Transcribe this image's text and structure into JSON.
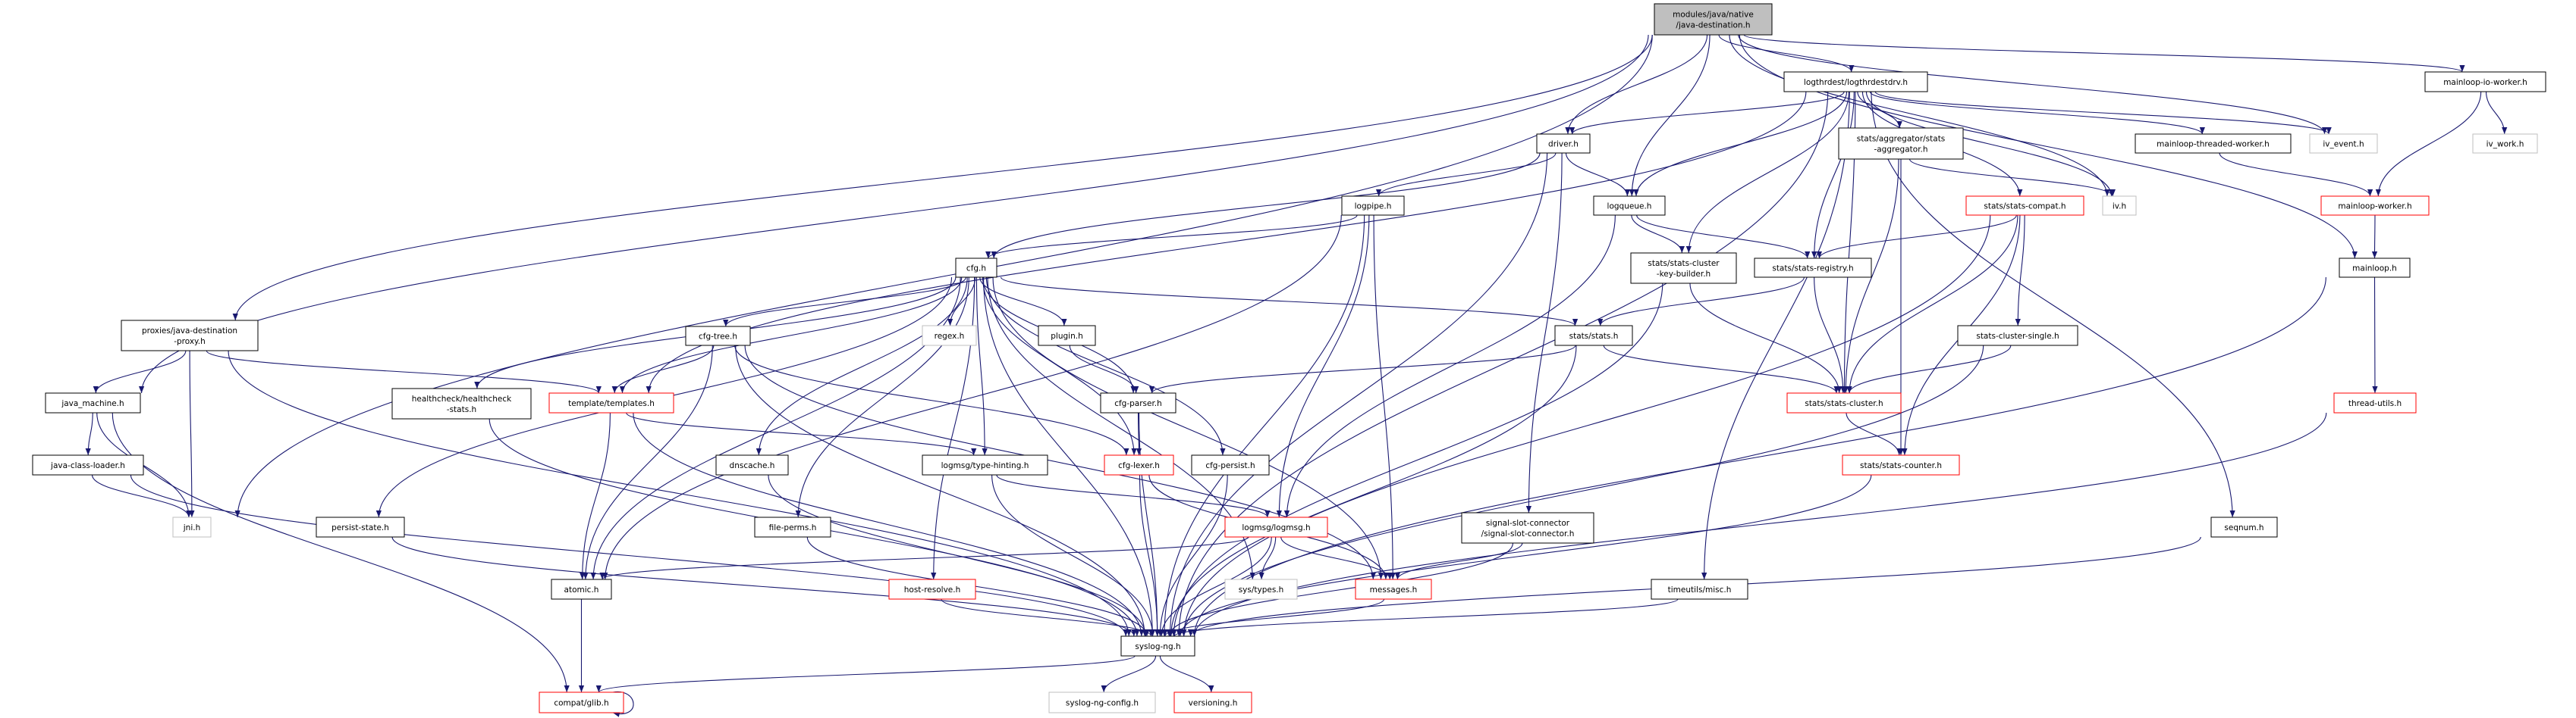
{
  "colors": {
    "edge": "#191970",
    "node_border_normal": "#000000",
    "node_border_truncated": "#ff0000",
    "node_border_external": "#bfbfbf",
    "root_fill": "#bfbfbf",
    "node_fill": "#ffffff"
  },
  "nodes": [
    {
      "id": "root",
      "lines": [
        "modules/java/native",
        "/java-destination.h"
      ],
      "style": "root"
    },
    {
      "id": "logthrdestdrv",
      "lines": [
        "logthrdest/logthrdestdrv.h"
      ],
      "style": "normal"
    },
    {
      "id": "mainloop_io_worker",
      "lines": [
        "mainloop-io-worker.h"
      ],
      "style": "normal"
    },
    {
      "id": "driver",
      "lines": [
        "driver.h"
      ],
      "style": "normal"
    },
    {
      "id": "stats_aggregator",
      "lines": [
        "stats/aggregator/stats",
        "-aggregator.h"
      ],
      "style": "normal"
    },
    {
      "id": "mainloop_threaded_worker",
      "lines": [
        "mainloop-threaded-worker.h"
      ],
      "style": "normal"
    },
    {
      "id": "iv_event",
      "lines": [
        "iv_event.h"
      ],
      "style": "gray"
    },
    {
      "id": "iv_work",
      "lines": [
        "iv_work.h"
      ],
      "style": "gray"
    },
    {
      "id": "logpipe",
      "lines": [
        "logpipe.h"
      ],
      "style": "normal"
    },
    {
      "id": "logqueue",
      "lines": [
        "logqueue.h"
      ],
      "style": "normal"
    },
    {
      "id": "stats_compat",
      "lines": [
        "stats/stats-compat.h"
      ],
      "style": "red"
    },
    {
      "id": "iv",
      "lines": [
        "iv.h"
      ],
      "style": "gray"
    },
    {
      "id": "mainloop_worker",
      "lines": [
        "mainloop-worker.h"
      ],
      "style": "red"
    },
    {
      "id": "cfg",
      "lines": [
        "cfg.h"
      ],
      "style": "normal"
    },
    {
      "id": "key_builder",
      "lines": [
        "stats/stats-cluster",
        "-key-builder.h"
      ],
      "style": "normal"
    },
    {
      "id": "stats_registry",
      "lines": [
        "stats/stats-registry.h"
      ],
      "style": "normal"
    },
    {
      "id": "mainloop",
      "lines": [
        "mainloop.h"
      ],
      "style": "normal"
    },
    {
      "id": "proxies",
      "lines": [
        "proxies/java-destination",
        "-proxy.h"
      ],
      "style": "normal"
    },
    {
      "id": "cfg_tree",
      "lines": [
        "cfg-tree.h"
      ],
      "style": "normal"
    },
    {
      "id": "regex",
      "lines": [
        "regex.h"
      ],
      "style": "gray"
    },
    {
      "id": "plugin",
      "lines": [
        "plugin.h"
      ],
      "style": "normal"
    },
    {
      "id": "stats",
      "lines": [
        "stats/stats.h"
      ],
      "style": "normal"
    },
    {
      "id": "stats_cluster_single",
      "lines": [
        "stats-cluster-single.h"
      ],
      "style": "normal"
    },
    {
      "id": "java_machine",
      "lines": [
        "java_machine.h"
      ],
      "style": "normal"
    },
    {
      "id": "healthcheck",
      "lines": [
        "healthcheck/healthcheck",
        "-stats.h"
      ],
      "style": "normal"
    },
    {
      "id": "templates",
      "lines": [
        "template/templates.h"
      ],
      "style": "red"
    },
    {
      "id": "cfg_parser",
      "lines": [
        "cfg-parser.h"
      ],
      "style": "normal"
    },
    {
      "id": "stats_cluster",
      "lines": [
        "stats/stats-cluster.h"
      ],
      "style": "red"
    },
    {
      "id": "thread_utils",
      "lines": [
        "thread-utils.h"
      ],
      "style": "red"
    },
    {
      "id": "java_class_loader",
      "lines": [
        "java-class-loader.h"
      ],
      "style": "normal"
    },
    {
      "id": "dnscache",
      "lines": [
        "dnscache.h"
      ],
      "style": "normal"
    },
    {
      "id": "type_hinting",
      "lines": [
        "logmsg/type-hinting.h"
      ],
      "style": "normal"
    },
    {
      "id": "cfg_lexer",
      "lines": [
        "cfg-lexer.h"
      ],
      "style": "red"
    },
    {
      "id": "cfg_persist",
      "lines": [
        "cfg-persist.h"
      ],
      "style": "normal"
    },
    {
      "id": "stats_counter",
      "lines": [
        "stats/stats-counter.h"
      ],
      "style": "red"
    },
    {
      "id": "jni",
      "lines": [
        "jni.h"
      ],
      "style": "gray"
    },
    {
      "id": "persist_state",
      "lines": [
        "persist-state.h"
      ],
      "style": "normal"
    },
    {
      "id": "file_perms",
      "lines": [
        "file-perms.h"
      ],
      "style": "normal"
    },
    {
      "id": "logmsg",
      "lines": [
        "logmsg/logmsg.h"
      ],
      "style": "red"
    },
    {
      "id": "signal_slot",
      "lines": [
        "signal-slot-connector",
        "/signal-slot-connector.h"
      ],
      "style": "normal"
    },
    {
      "id": "seqnum",
      "lines": [
        "seqnum.h"
      ],
      "style": "normal"
    },
    {
      "id": "atomic",
      "lines": [
        "atomic.h"
      ],
      "style": "normal"
    },
    {
      "id": "host_resolve",
      "lines": [
        "host-resolve.h"
      ],
      "style": "red"
    },
    {
      "id": "sys_types",
      "lines": [
        "sys/types.h"
      ],
      "style": "gray"
    },
    {
      "id": "messages",
      "lines": [
        "messages.h"
      ],
      "style": "red"
    },
    {
      "id": "timeutils_misc",
      "lines": [
        "timeutils/misc.h"
      ],
      "style": "normal"
    },
    {
      "id": "syslog_ng",
      "lines": [
        "syslog-ng.h"
      ],
      "style": "normal"
    },
    {
      "id": "compat_glib",
      "lines": [
        "compat/glib.h"
      ],
      "style": "red"
    },
    {
      "id": "syslog_ng_config",
      "lines": [
        "syslog-ng-config.h"
      ],
      "style": "gray"
    },
    {
      "id": "versioning",
      "lines": [
        "versioning.h"
      ],
      "style": "red"
    }
  ],
  "edges": [
    [
      "root",
      "logthrdestdrv"
    ],
    [
      "root",
      "driver"
    ],
    [
      "root",
      "logqueue"
    ],
    [
      "root",
      "iv_event"
    ],
    [
      "root",
      "iv"
    ],
    [
      "root",
      "mainloop_io_worker"
    ],
    [
      "root",
      "mainloop"
    ],
    [
      "root",
      "java_machine"
    ],
    [
      "root",
      "proxies"
    ],
    [
      "root",
      "jni"
    ],
    [
      "proxies",
      "java_machine"
    ],
    [
      "proxies",
      "jni"
    ],
    [
      "proxies",
      "templates"
    ],
    [
      "proxies",
      "syslog_ng"
    ],
    [
      "java_machine",
      "java_class_loader"
    ],
    [
      "java_machine",
      "jni"
    ],
    [
      "java_machine",
      "compat_glib"
    ],
    [
      "java_class_loader",
      "jni"
    ],
    [
      "java_class_loader",
      "syslog_ng"
    ],
    [
      "logthrdestdrv",
      "driver"
    ],
    [
      "logthrdestdrv",
      "logqueue"
    ],
    [
      "logthrdestdrv",
      "stats_aggregator"
    ],
    [
      "logthrdestdrv",
      "mainloop_threaded_worker"
    ],
    [
      "logthrdestdrv",
      "iv_event"
    ],
    [
      "logthrdestdrv",
      "stats_compat"
    ],
    [
      "logthrdestdrv",
      "iv"
    ],
    [
      "logthrdestdrv",
      "stats_registry"
    ],
    [
      "logthrdestdrv",
      "key_builder"
    ],
    [
      "logthrdestdrv",
      "seqnum"
    ],
    [
      "logthrdestdrv",
      "timeutils_misc"
    ],
    [
      "logthrdestdrv",
      "templates"
    ],
    [
      "logthrdestdrv",
      "syslog_ng"
    ],
    [
      "logthrdestdrv",
      "stats_cluster"
    ],
    [
      "driver",
      "logpipe"
    ],
    [
      "driver",
      "logqueue"
    ],
    [
      "driver",
      "cfg"
    ],
    [
      "driver",
      "signal_slot"
    ],
    [
      "driver",
      "syslog_ng"
    ],
    [
      "logpipe",
      "cfg"
    ],
    [
      "logpipe",
      "atomic"
    ],
    [
      "logpipe",
      "logmsg"
    ],
    [
      "logpipe",
      "messages"
    ],
    [
      "logpipe",
      "syslog_ng"
    ],
    [
      "logqueue",
      "key_builder"
    ],
    [
      "logqueue",
      "stats_registry"
    ],
    [
      "logqueue",
      "logmsg"
    ],
    [
      "cfg",
      "regex"
    ],
    [
      "cfg",
      "plugin"
    ],
    [
      "cfg",
      "stats"
    ],
    [
      "cfg",
      "cfg_tree"
    ],
    [
      "cfg",
      "templates"
    ],
    [
      "cfg",
      "healthcheck"
    ],
    [
      "cfg",
      "persist_state"
    ],
    [
      "cfg",
      "atomic"
    ],
    [
      "cfg",
      "dnscache"
    ],
    [
      "cfg",
      "file_perms"
    ],
    [
      "cfg",
      "type_hinting"
    ],
    [
      "cfg",
      "cfg_parser"
    ],
    [
      "cfg",
      "cfg_lexer"
    ],
    [
      "cfg",
      "cfg_persist"
    ],
    [
      "cfg",
      "host_resolve"
    ],
    [
      "cfg",
      "sys_types"
    ],
    [
      "cfg",
      "messages"
    ],
    [
      "cfg",
      "syslog_ng"
    ],
    [
      "cfg_tree",
      "templates"
    ],
    [
      "cfg_tree",
      "atomic"
    ],
    [
      "cfg_tree",
      "cfg_lexer"
    ],
    [
      "cfg_tree",
      "messages"
    ],
    [
      "cfg_tree",
      "syslog_ng"
    ],
    [
      "templates",
      "atomic"
    ],
    [
      "templates",
      "type_hinting"
    ],
    [
      "templates",
      "syslog_ng"
    ],
    [
      "healthcheck",
      "syslog_ng"
    ],
    [
      "persist_state",
      "syslog_ng"
    ],
    [
      "dnscache",
      "syslog_ng"
    ],
    [
      "file_perms",
      "syslog_ng"
    ],
    [
      "plugin",
      "cfg_parser"
    ],
    [
      "stats",
      "cfg_parser"
    ],
    [
      "stats",
      "stats_cluster"
    ],
    [
      "stats",
      "syslog_ng"
    ],
    [
      "cfg_parser",
      "cfg_lexer"
    ],
    [
      "cfg_parser",
      "syslog_ng"
    ],
    [
      "cfg_lexer",
      "messages"
    ],
    [
      "cfg_lexer",
      "syslog_ng"
    ],
    [
      "cfg_persist",
      "syslog_ng"
    ],
    [
      "type_hinting",
      "logmsg"
    ],
    [
      "type_hinting",
      "syslog_ng"
    ],
    [
      "logmsg",
      "atomic"
    ],
    [
      "logmsg",
      "sys_types"
    ],
    [
      "logmsg",
      "messages"
    ],
    [
      "logmsg",
      "syslog_ng"
    ],
    [
      "host_resolve",
      "syslog_ng"
    ],
    [
      "messages",
      "syslog_ng"
    ],
    [
      "atomic",
      "compat_glib"
    ],
    [
      "signal_slot",
      "messages"
    ],
    [
      "signal_slot",
      "syslog_ng"
    ],
    [
      "timeutils_misc",
      "syslog_ng"
    ],
    [
      "syslog_ng",
      "compat_glib"
    ],
    [
      "syslog_ng",
      "syslog_ng_config"
    ],
    [
      "syslog_ng",
      "versioning"
    ],
    [
      "compat_glib",
      "compat_glib"
    ],
    [
      "stats_aggregator",
      "iv"
    ],
    [
      "stats_aggregator",
      "stats_cluster"
    ],
    [
      "stats_aggregator",
      "stats_counter"
    ],
    [
      "stats_compat",
      "stats_registry"
    ],
    [
      "stats_compat",
      "stats_cluster_single"
    ],
    [
      "stats_compat",
      "stats_cluster"
    ],
    [
      "stats_compat",
      "stats_counter"
    ],
    [
      "stats_compat",
      "syslog_ng"
    ],
    [
      "key_builder",
      "stats_cluster"
    ],
    [
      "key_builder",
      "syslog_ng"
    ],
    [
      "stats_registry",
      "stats"
    ],
    [
      "stats_registry",
      "stats_cluster"
    ],
    [
      "stats_cluster_single",
      "stats_cluster"
    ],
    [
      "stats_cluster_single",
      "syslog_ng"
    ],
    [
      "stats_cluster",
      "stats_counter"
    ],
    [
      "stats_counter",
      "syslog_ng"
    ],
    [
      "mainloop_io_worker",
      "mainloop_worker"
    ],
    [
      "mainloop_io_worker",
      "iv_work"
    ],
    [
      "mainloop_threaded_worker",
      "mainloop_worker"
    ],
    [
      "mainloop_worker",
      "mainloop"
    ],
    [
      "mainloop",
      "thread_utils"
    ],
    [
      "mainloop",
      "syslog_ng"
    ],
    [
      "thread_utils",
      "syslog_ng"
    ],
    [
      "seqnum",
      "syslog_ng"
    ]
  ]
}
